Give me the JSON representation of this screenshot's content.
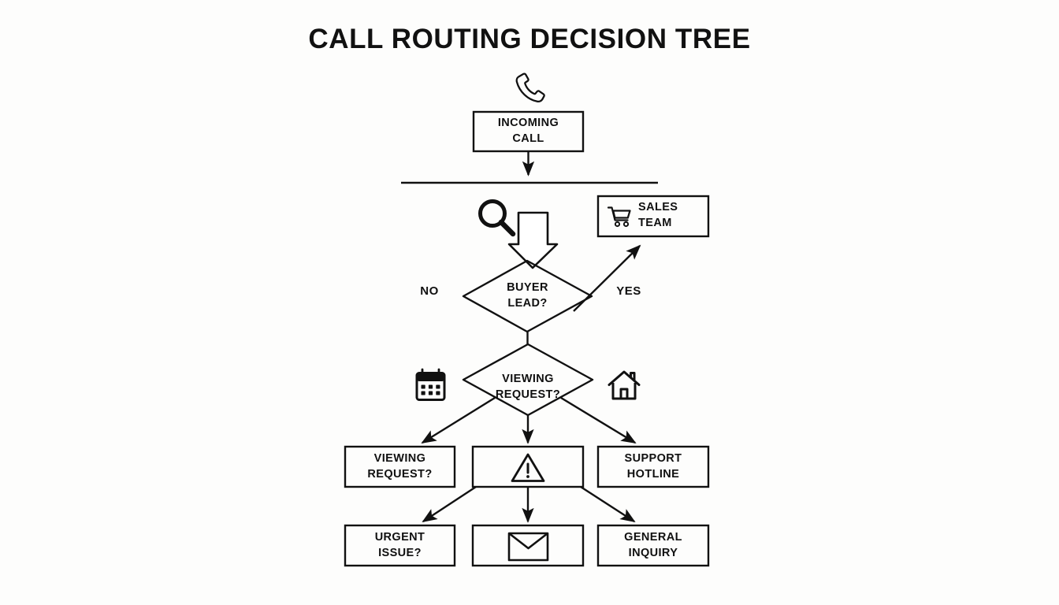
{
  "title": "CALL ROUTING DECISION TREE",
  "colors": {
    "background": "#fdfdfc",
    "stroke": "#111111",
    "text": "#101010"
  },
  "nodes": {
    "incoming_call": {
      "label": "INCOMING\nCALL",
      "shape": "rectangle"
    },
    "sales_team": {
      "label": "SALES\nTEAM",
      "shape": "rectangle",
      "icon": "shopping-cart-icon"
    },
    "buyer_lead": {
      "label": "BUYER\nLEAD?",
      "shape": "diamond",
      "icon": "magnifier-icon"
    },
    "viewing_request_decision": {
      "label": "VIEWING\nREQUEST?",
      "shape": "diamond"
    },
    "viewing_request_box": {
      "label": "VIEWING\nREQUEST?",
      "shape": "rectangle"
    },
    "alert_box": {
      "label": "",
      "shape": "rectangle",
      "icon": "warning-triangle-icon"
    },
    "support_hotline": {
      "label": "SUPPORT\nHOTLINE",
      "shape": "rectangle"
    },
    "urgent_issue": {
      "label": "URGENT\nISSUE?",
      "shape": "rectangle"
    },
    "mail_box": {
      "label": "",
      "shape": "rectangle",
      "icon": "envelope-icon"
    },
    "general_inquiry": {
      "label": "GENERAL\nINQUIRY",
      "shape": "rectangle"
    }
  },
  "edge_labels": {
    "no": "NO",
    "yes": "YES"
  },
  "icons": {
    "phone": "phone-handset-icon",
    "magnifier": "magnifier-icon",
    "cart": "shopping-cart-icon",
    "calendar": "calendar-icon",
    "house": "house-icon",
    "warning": "warning-triangle-icon",
    "envelope": "envelope-icon"
  },
  "chart_data": {
    "type": "diagram",
    "title": "CALL ROUTING DECISION TREE",
    "nodes": [
      {
        "id": "incoming_call",
        "label": "INCOMING CALL",
        "shape": "rectangle",
        "row": 1
      },
      {
        "id": "sales_team",
        "label": "SALES TEAM",
        "shape": "rectangle",
        "row": 2
      },
      {
        "id": "buyer_lead",
        "label": "BUYER LEAD?",
        "shape": "diamond",
        "row": 2
      },
      {
        "id": "viewing_request_decision",
        "label": "VIEWING REQUEST?",
        "shape": "diamond",
        "row": 3
      },
      {
        "id": "viewing_request_box",
        "label": "VIEWING REQUEST?",
        "shape": "rectangle",
        "row": 4
      },
      {
        "id": "alert_box",
        "label": "",
        "shape": "rectangle",
        "row": 4
      },
      {
        "id": "support_hotline",
        "label": "SUPPORT HOTLINE",
        "shape": "rectangle",
        "row": 4
      },
      {
        "id": "urgent_issue",
        "label": "URGENT ISSUE?",
        "shape": "rectangle",
        "row": 5
      },
      {
        "id": "mail_box",
        "label": "",
        "shape": "rectangle",
        "row": 5
      },
      {
        "id": "general_inquiry",
        "label": "GENERAL INQUIRY",
        "shape": "rectangle",
        "row": 5
      }
    ],
    "edges": [
      {
        "from": "incoming_call",
        "to": "buyer_lead",
        "label": ""
      },
      {
        "from": "buyer_lead",
        "to": "sales_team",
        "label": "YES"
      },
      {
        "from": "buyer_lead",
        "to": "viewing_request_decision",
        "label": "NO"
      },
      {
        "from": "viewing_request_decision",
        "to": "viewing_request_box",
        "label": ""
      },
      {
        "from": "viewing_request_decision",
        "to": "alert_box",
        "label": ""
      },
      {
        "from": "viewing_request_decision",
        "to": "support_hotline",
        "label": ""
      },
      {
        "from": "alert_box",
        "to": "urgent_issue",
        "label": ""
      },
      {
        "from": "alert_box",
        "to": "mail_box",
        "label": ""
      },
      {
        "from": "alert_box",
        "to": "general_inquiry",
        "label": ""
      }
    ]
  }
}
